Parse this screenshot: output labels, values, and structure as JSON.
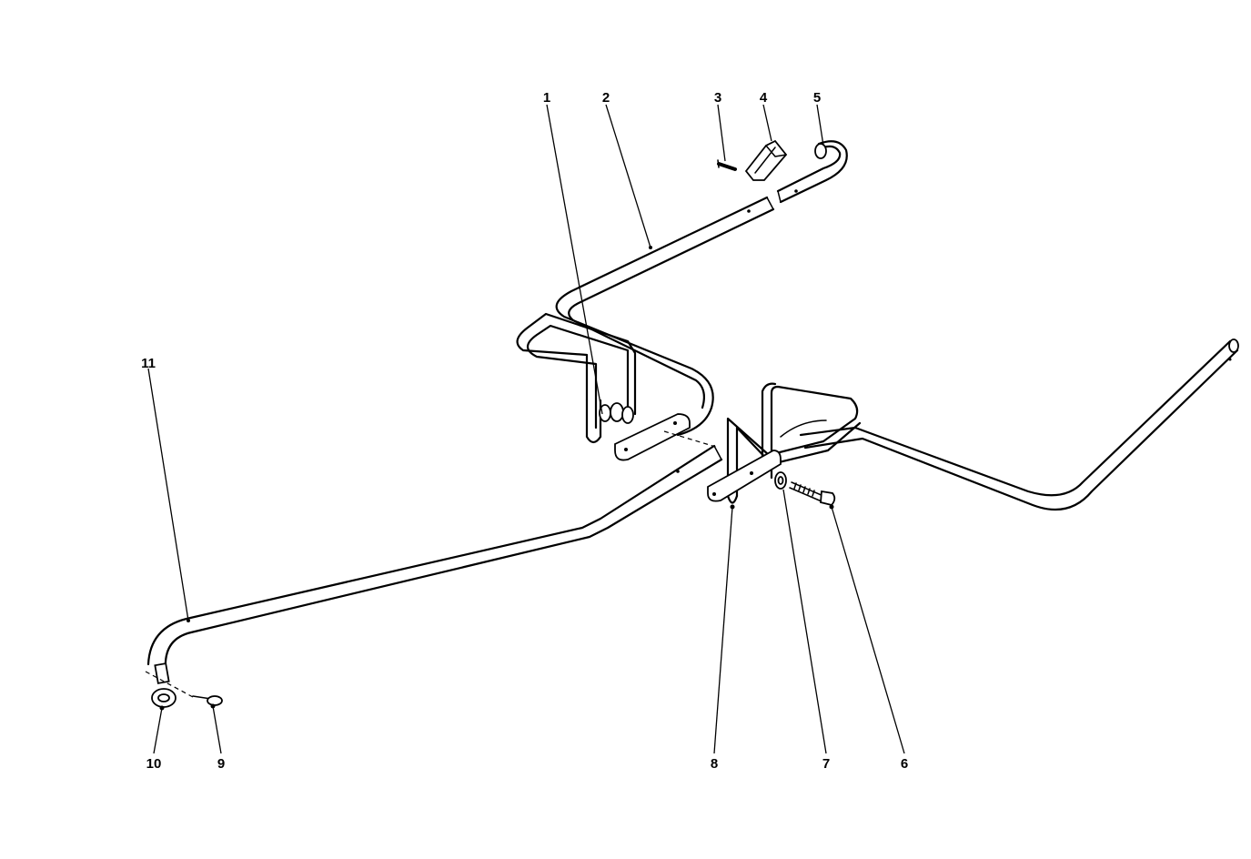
{
  "callouts": [
    {
      "id": "c1",
      "text": "1"
    },
    {
      "id": "c2",
      "text": "2"
    },
    {
      "id": "c3",
      "text": "3"
    },
    {
      "id": "c4",
      "text": "4"
    },
    {
      "id": "c5",
      "text": "5"
    },
    {
      "id": "c6",
      "text": "6"
    },
    {
      "id": "c7",
      "text": "7"
    },
    {
      "id": "c8",
      "text": "8"
    },
    {
      "id": "c9",
      "text": "9"
    },
    {
      "id": "c10",
      "text": "10"
    },
    {
      "id": "c11",
      "text": "11"
    }
  ],
  "colors": {
    "line": "#000000",
    "background": "#ffffff"
  }
}
